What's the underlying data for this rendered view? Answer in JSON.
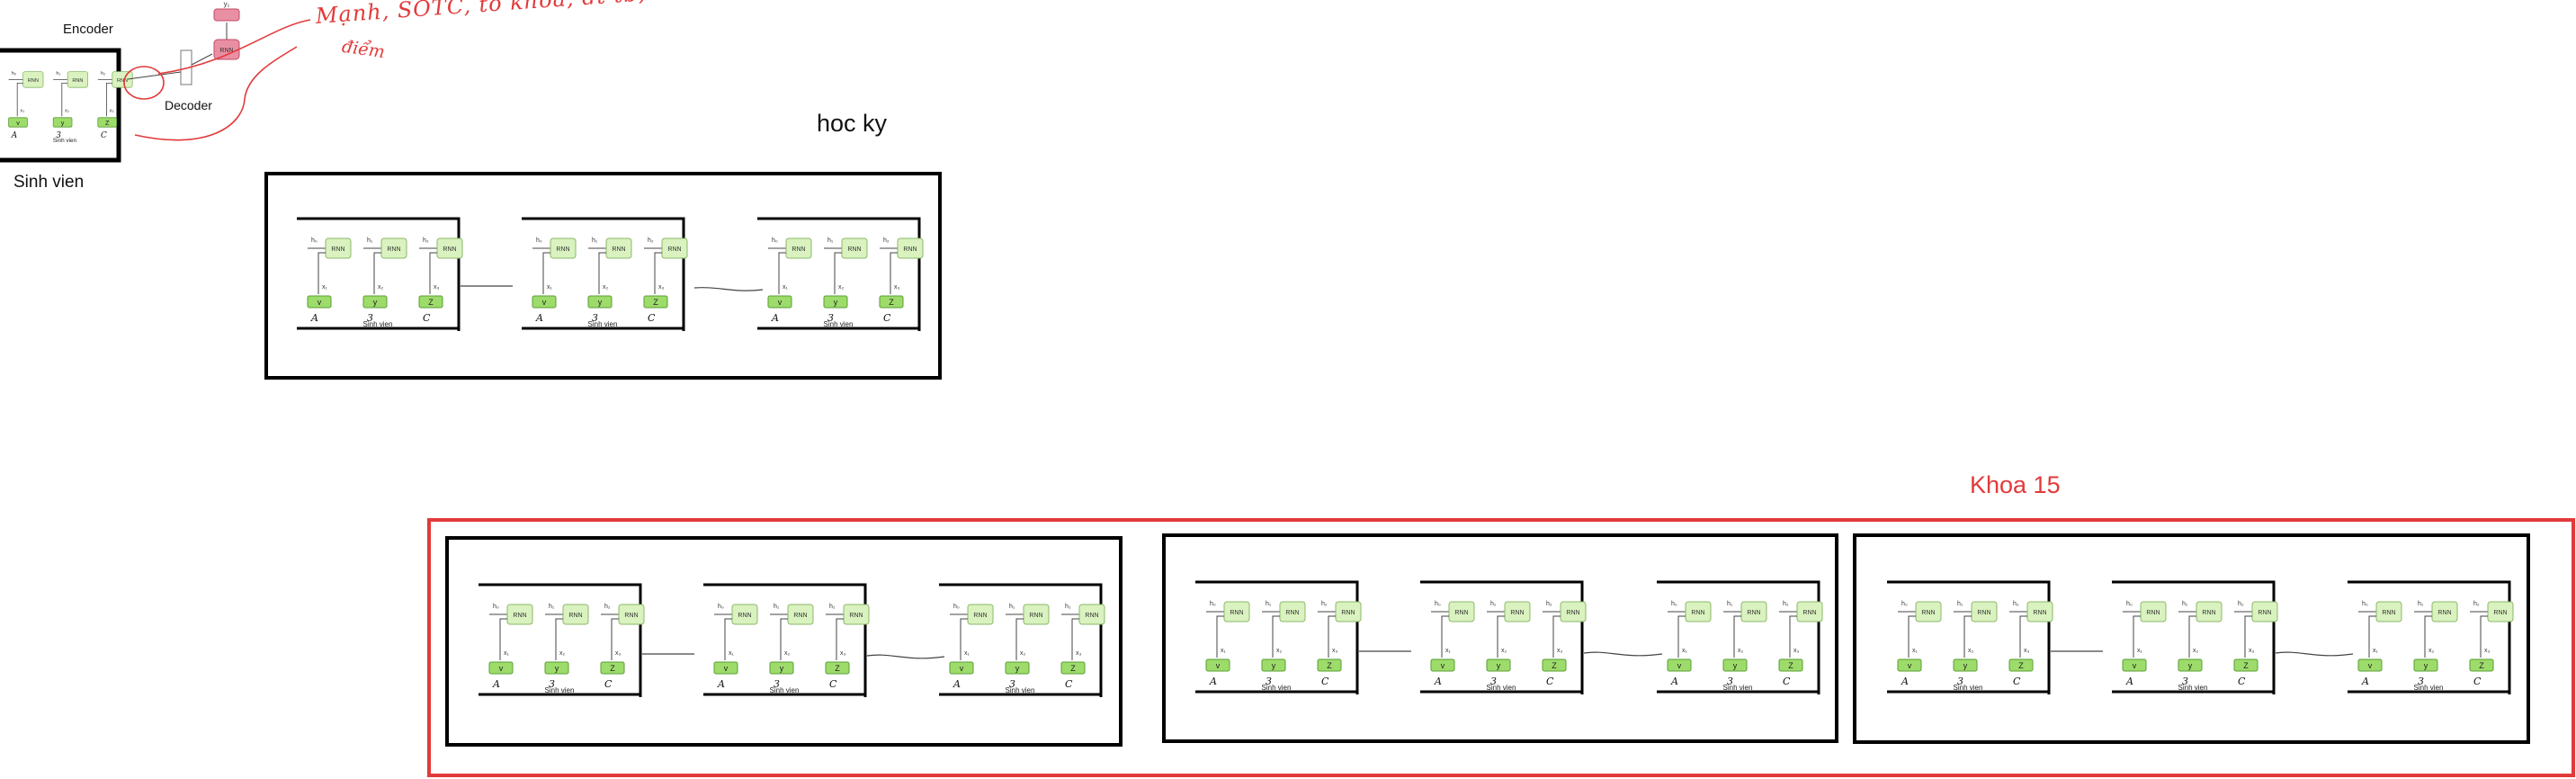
{
  "labels": {
    "encoder": "Encoder",
    "decoder": "Decoder",
    "sinh_vien": "Sinh vien",
    "hoc_ky": "hoc ky",
    "khoa": "Khoa 15"
  },
  "annotation": {
    "line1": "Mạnh, SOTC, tỏ khoa, đt tb, SL trượt",
    "line2": "điểm"
  },
  "cell": {
    "rnn": "RNN",
    "h_labels": [
      "h₀",
      "h₁",
      "h₂"
    ],
    "x_labels": [
      "x₁",
      "x₂",
      "x₃"
    ],
    "inputs": [
      "A",
      "3",
      "C"
    ],
    "caption": "Sinh vien"
  },
  "output": {
    "y_label": "y₁"
  },
  "colors": {
    "stroke": "#000000",
    "rnn_fill": "#d9f2bf",
    "rnn_stroke": "#8bb86a",
    "input_fill": "#9ddc6a",
    "input_stroke": "#5a9e35",
    "output_fill": "#e98fa4",
    "output_stroke": "#c24a66",
    "red": "#e23a3a"
  }
}
